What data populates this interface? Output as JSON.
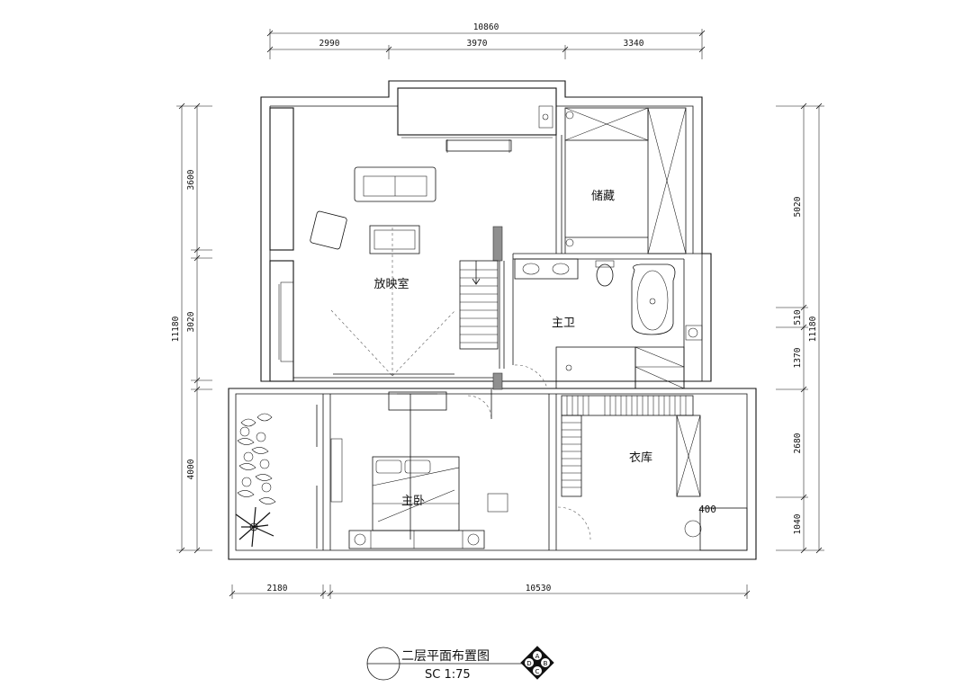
{
  "drawing": {
    "title": "二层平面布置图",
    "scale": "SC  1:75",
    "compass_letters": [
      "A",
      "B",
      "C",
      "D"
    ]
  },
  "dimensions": {
    "top_total": "10860",
    "top_segments": [
      "2990",
      "3970",
      "3340"
    ],
    "bottom_segments": [
      "2180",
      "10530"
    ],
    "left_total": "11180",
    "left_segments": [
      "3600",
      "3020",
      "4000"
    ],
    "right_total": "11180",
    "right_segments": [
      "5020",
      "510",
      "1370",
      "2680",
      "1040"
    ],
    "inner_label": "400"
  },
  "rooms": {
    "theater": "放映室",
    "storage": "储藏",
    "master_bath": "主卫",
    "master_bedroom": "主卧",
    "wardrobe": "衣库"
  },
  "colors": {
    "line": "#111111",
    "column_fill": "#8f8f8f",
    "background": "#ffffff"
  }
}
